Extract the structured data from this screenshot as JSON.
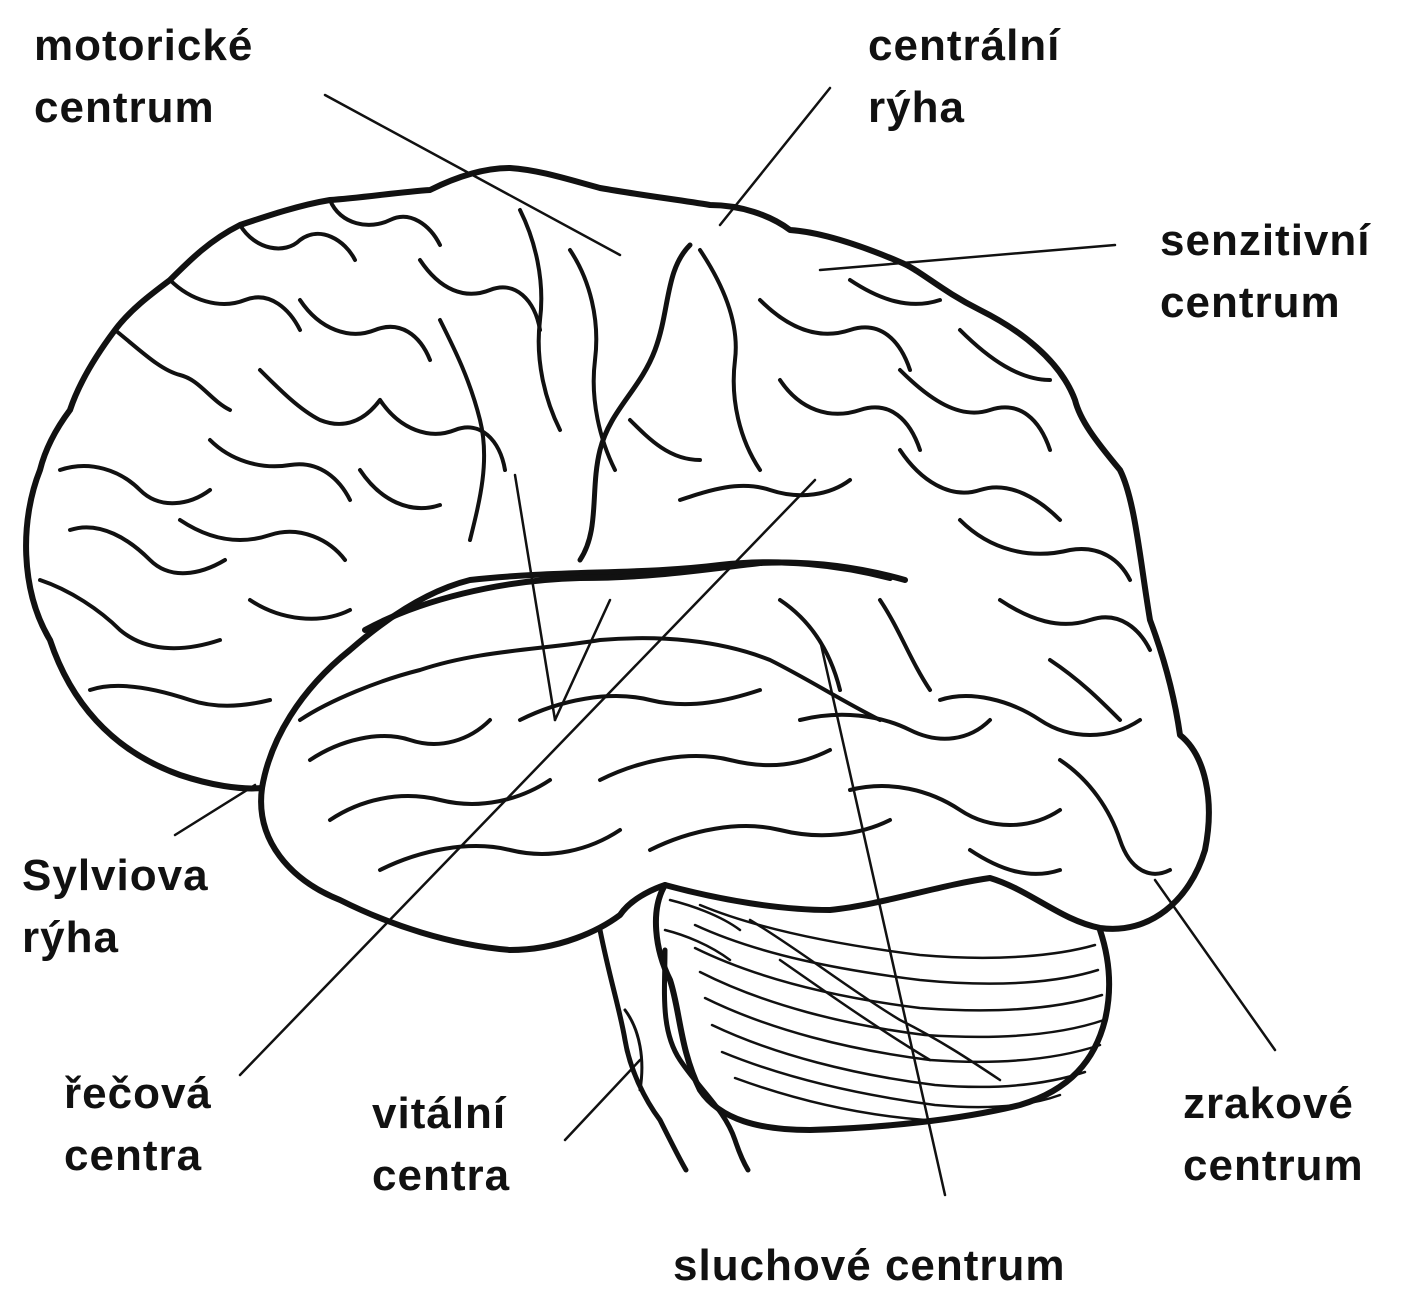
{
  "labels": {
    "motor": {
      "line1": "motorické",
      "line2": "centrum"
    },
    "central_sulcus": {
      "line1": "centrální",
      "line2": "rýha"
    },
    "sensory": {
      "line1": "senzitivní",
      "line2": "centrum"
    },
    "sylvian": {
      "line1": "Sylviova",
      "line2": "rýha"
    },
    "speech": {
      "line1": "řečová",
      "line2": "centra"
    },
    "vital": {
      "line1": "vitální",
      "line2": "centra"
    },
    "visual": {
      "line1": "zrakové",
      "line2": "centrum"
    },
    "auditory": {
      "line1": "sluchové centrum"
    }
  },
  "colors": {
    "ink": "#111111",
    "background": "#ffffff"
  }
}
